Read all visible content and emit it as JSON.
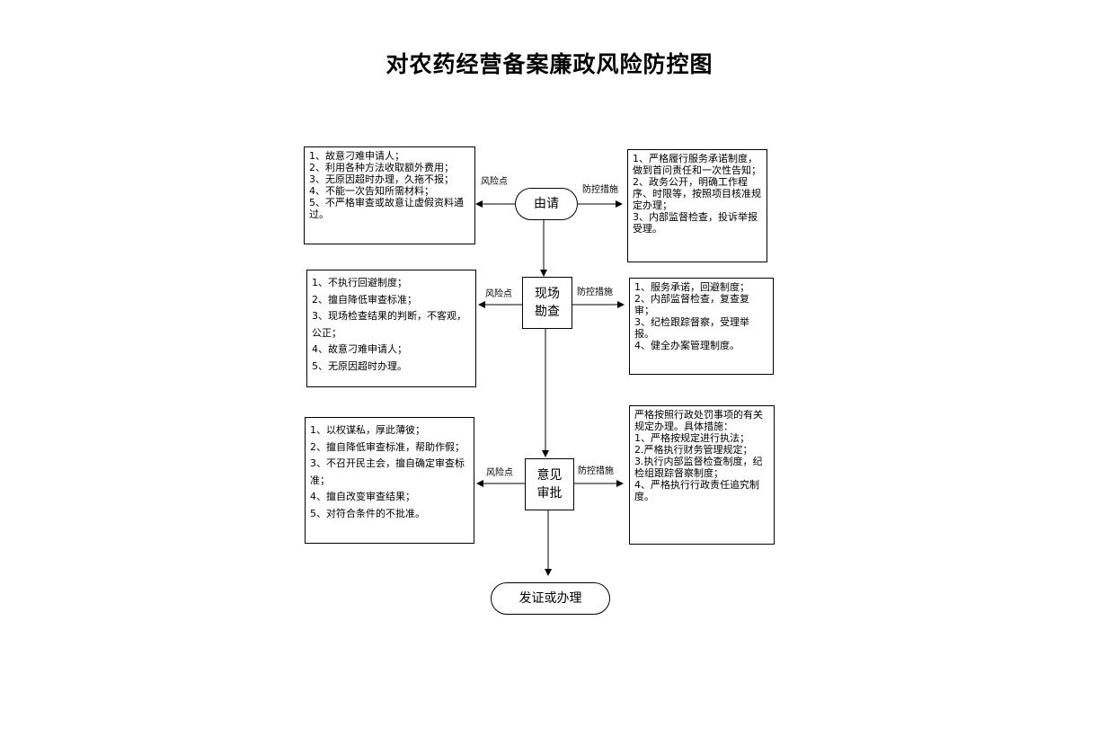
{
  "title": "对农药经营备案廉政风险防控图",
  "labels": {
    "risk_point": "风险点",
    "control_measure": "防控措施"
  },
  "nodes": {
    "apply": [
      "由请"
    ],
    "inspect": [
      "现场",
      "勘查"
    ],
    "approve": [
      "意见",
      "审批"
    ],
    "issue": [
      "发证或办理"
    ]
  },
  "risks": {
    "apply": [
      "1、故意刁难申请人；",
      "2、利用各种方法收取额外费用；",
      "3、无原因超时办理，久拖不报；",
      "4、不能一次告知所需材料；",
      "5、不严格审查或故意让虚假资料通过。"
    ],
    "inspect": [
      "1、不执行回避制度；",
      "2、擅自降低审查标准；",
      "3、现场检查结果的判断，不客观，公正；",
      "4、故意刁难申请人；",
      "5、无原因超时办理。"
    ],
    "approve": [
      "1、以权谋私，厚此薄彼；",
      "2、擅自降低审查标准，帮助作假；",
      "3、不召开民主会，擅自确定审查标准；",
      "4、擅自改变审查结果；",
      "5、对符合条件的不批准。"
    ]
  },
  "measures": {
    "apply": [
      "1、严格履行服务承诺制度，做到首问责任和一次性告知；",
      "2、政务公开，明确工作程序、时限等，按照项目核准规定办理；",
      "3、内部监督检查，投诉举报受理。"
    ],
    "inspect": [
      "1、服务承诺，回避制度；",
      "2、内部监督检查，复查复审；",
      "3、纪检跟踪督察，受理举报。",
      "4、健全办案管理制度。"
    ],
    "approve": [
      "严格按照行政处罚事项的有关规定办理。具体措施：",
      "1、严格按规定进行执法；",
      "2.严格执行财务管理规定；",
      "3.执行内部监督检查制度，纪检组跟踪督察制度；",
      "4、严格执行行政责任追究制度。"
    ]
  }
}
